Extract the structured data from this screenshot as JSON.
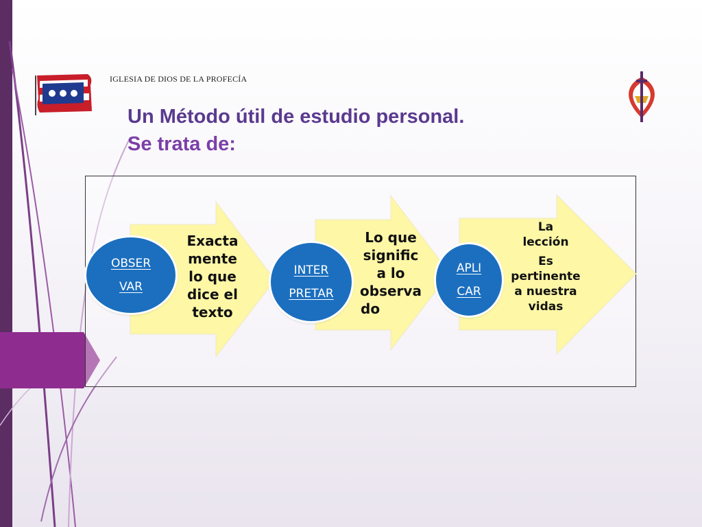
{
  "header": {
    "org_name": "IGLESIA DE DIOS DE LA PROFECÍA",
    "title_line1": "Un Método útil de estudio personal.",
    "title_line2": "Se trata de:"
  },
  "logos": {
    "left": "church-flag-logo",
    "right": "church-emblem-logo"
  },
  "steps": [
    {
      "circle_lines": [
        "OBSER",
        "VAR"
      ],
      "text_lines": [
        "Exacta",
        "mente",
        "lo que",
        "dice el",
        "texto"
      ]
    },
    {
      "circle_lines": [
        "INTER",
        "PRETAR"
      ],
      "text_lines": [
        "Lo que",
        "signific",
        "a lo",
        "observa",
        "do"
      ]
    },
    {
      "circle_lines": [
        "APLI",
        "CAR"
      ],
      "text_lines": [
        "La",
        "lección",
        "Es",
        "pertinente",
        "a nuestra",
        "vidas"
      ]
    }
  ],
  "colors": {
    "arrow_fill": "#fdf7a6",
    "circle_fill": "#1c6fbf",
    "title_primary": "#5a3a8f",
    "title_secondary": "#7b3fa8",
    "accent_purple": "#8e2d8f",
    "sidebar_purple": "#5b2d63"
  }
}
